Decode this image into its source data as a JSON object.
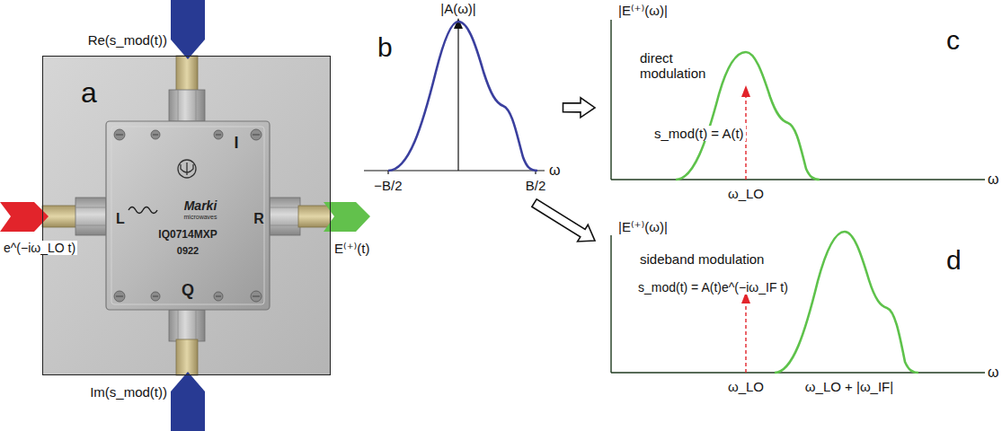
{
  "diagram": {
    "nodes": [
      {
        "text": [
          "a",
          "I",
          "Q",
          "L",
          "R",
          "Marki",
          "microwaves",
          "IQ0714MXP",
          "0922"
        ]
      },
      {
        "text": [
          "b",
          "|A(ω)|",
          "−B/2",
          "B/2",
          "ω"
        ]
      },
      {
        "text": [
          "c",
          "|E⁽⁺⁾(ω)|",
          "direct modulation",
          "s_mod(t) = A(t)",
          "ω_LO",
          "ω"
        ]
      },
      {
        "text": [
          "d",
          "|E⁽⁺⁾(ω)|",
          "sideband modulation",
          "s_mod(t) = A(t)e^(−iω_IF t)",
          "ω_LO",
          "ω_LO + |ω_IF|",
          "ω"
        ]
      }
    ],
    "edges": [
      {
        "from": 1,
        "to": 2,
        "arrow": "to"
      },
      {
        "from": 1,
        "to": 3,
        "arrow": "to"
      }
    ],
    "labels": [
      "Re(s_mod(t))",
      "Im(s_mod(t))",
      "e^(−iω_LO t)",
      "E⁽⁺⁾(t)"
    ]
  }
}
